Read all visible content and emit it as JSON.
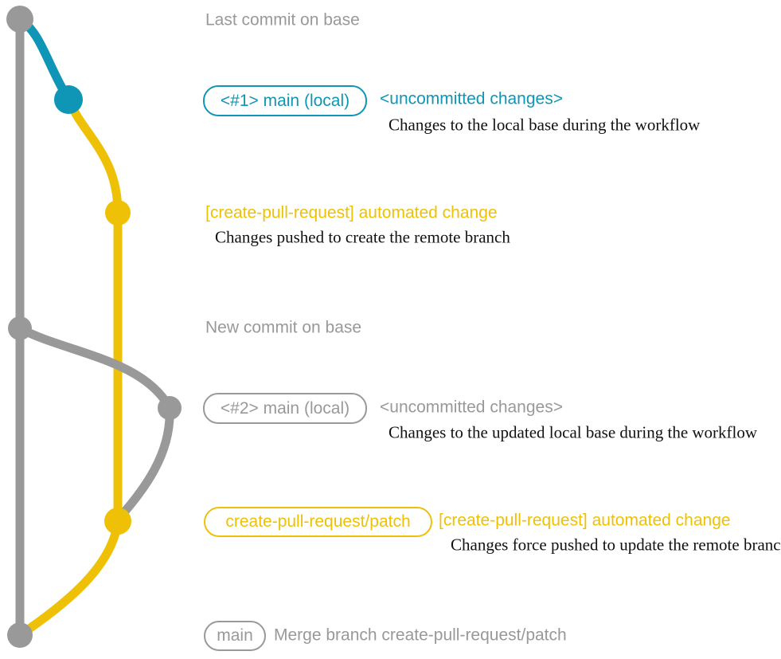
{
  "colors": {
    "gray": "#999999",
    "teal": "#0f95b6",
    "yellow": "#eec106",
    "note": "#111111"
  },
  "diagram": {
    "last_commit": {
      "message": "Last commit on base"
    },
    "local1": {
      "tag": "<#1> main (local)",
      "status": "<uncommitted changes>",
      "note": "Changes to the local base during the workflow"
    },
    "patch1": {
      "message": "[create-pull-request] automated change",
      "note": "Changes pushed to create the remote branch"
    },
    "new_commit": {
      "message": "New commit on base"
    },
    "local2": {
      "tag": "<#2> main (local)",
      "status": "<uncommitted changes>",
      "note": "Changes to the updated local base during the workflow"
    },
    "patch2": {
      "tag": "create-pull-request/patch",
      "message": "[create-pull-request] automated change",
      "note": "Changes force pushed to update the remote branch"
    },
    "merge": {
      "tag": "main",
      "message": "Merge branch create-pull-request/patch"
    }
  }
}
